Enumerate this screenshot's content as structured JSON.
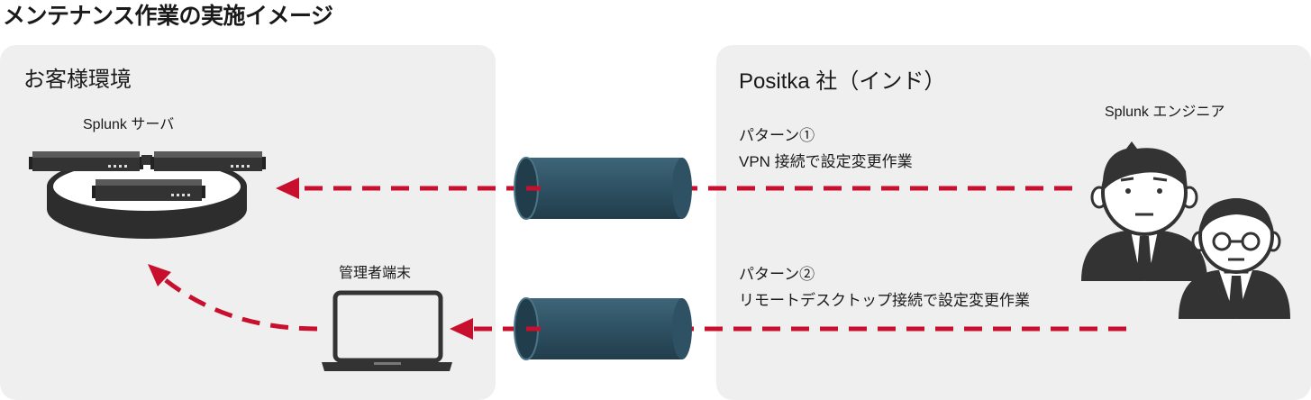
{
  "title": "メンテナンス作業の実施イメージ",
  "customer": {
    "title": "お客様環境",
    "server_label": "Splunk サーバ",
    "terminal_label": "管理者端末"
  },
  "vendor": {
    "title": "Positka 社（インド）",
    "engineer_label": "Splunk エンジニア"
  },
  "patterns": [
    {
      "name": "パターン①",
      "description": "VPN 接続で設定変更作業"
    },
    {
      "name": "パターン②",
      "description": "リモートデスクトップ接続で設定変更作業"
    }
  ],
  "colors": {
    "panel": "#efeff0",
    "arrow": "#c8102e",
    "tunnel": "#2e5163",
    "figure": "#333333"
  }
}
